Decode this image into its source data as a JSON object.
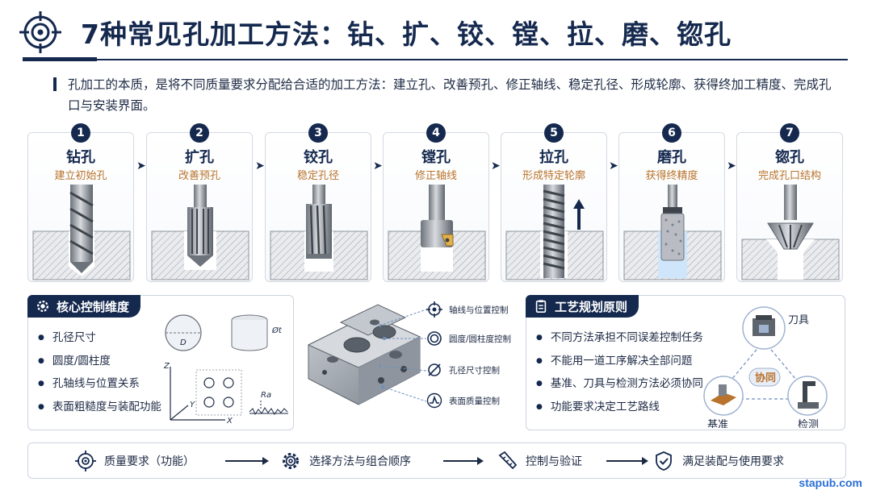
{
  "header": {
    "title": "7种常见孔加工方法：钻、扩、铰、镗、拉、磨、锪孔"
  },
  "intro": {
    "text": "孔加工的本质，是将不同质量要求分配给合适的加工方法：建立孔、改善预孔、修正轴线、稳定孔径、形成轮廓、获得终加工精度、完成孔口与安装界面。"
  },
  "steps": [
    {
      "num": "1",
      "name": "钻孔",
      "sub": "建立初始孔"
    },
    {
      "num": "2",
      "name": "扩孔",
      "sub": "改善预孔"
    },
    {
      "num": "3",
      "name": "铰孔",
      "sub": "稳定孔径"
    },
    {
      "num": "4",
      "name": "镗孔",
      "sub": "修正轴线"
    },
    {
      "num": "5",
      "name": "拉孔",
      "sub": "形成特定轮廓"
    },
    {
      "num": "6",
      "name": "磨孔",
      "sub": "获得终精度"
    },
    {
      "num": "7",
      "name": "锪孔",
      "sub": "完成孔口结构"
    }
  ],
  "core_panel": {
    "title": "核心控制维度",
    "items": [
      "孔径尺寸",
      "圆度/圆柱度",
      "孔轴线与位置关系",
      "表面粗糙度与装配功能"
    ],
    "fig_labels": {
      "d": "D",
      "phi": "Øt",
      "z": "Z",
      "y": "Y",
      "x": "X",
      "ra": "Ra"
    }
  },
  "legend": [
    {
      "label": "轴线与位置控制",
      "icon": "target-icon"
    },
    {
      "label": "圆度/圆柱度控制",
      "icon": "circle-icon"
    },
    {
      "label": "孔径尺寸控制",
      "icon": "diameter-icon"
    },
    {
      "label": "表面质量控制",
      "icon": "roughness-icon"
    }
  ],
  "process_panel": {
    "title": "工艺规划原则",
    "items": [
      "不同方法承担不同误差控制任务",
      "不能用一道工序解决全部问题",
      "基准、刀具与检测方法必须协同",
      "功能要求决定工艺路线"
    ],
    "triangle": {
      "top": "刀具",
      "left": "基准",
      "right": "检测",
      "center": "协同"
    }
  },
  "flow": [
    {
      "label": "质量要求（功能）",
      "icon": "target-icon"
    },
    {
      "label": "选择方法与组合顺序",
      "icon": "gear-icon"
    },
    {
      "label": "控制与验证",
      "icon": "caliper-icon"
    },
    {
      "label": "满足装配与使用要求",
      "icon": "shield-check-icon"
    }
  ],
  "watermark": "stapub.com",
  "colors": {
    "navy": "#15294f",
    "accent": "#b8732c",
    "link": "#2b6fd6"
  }
}
